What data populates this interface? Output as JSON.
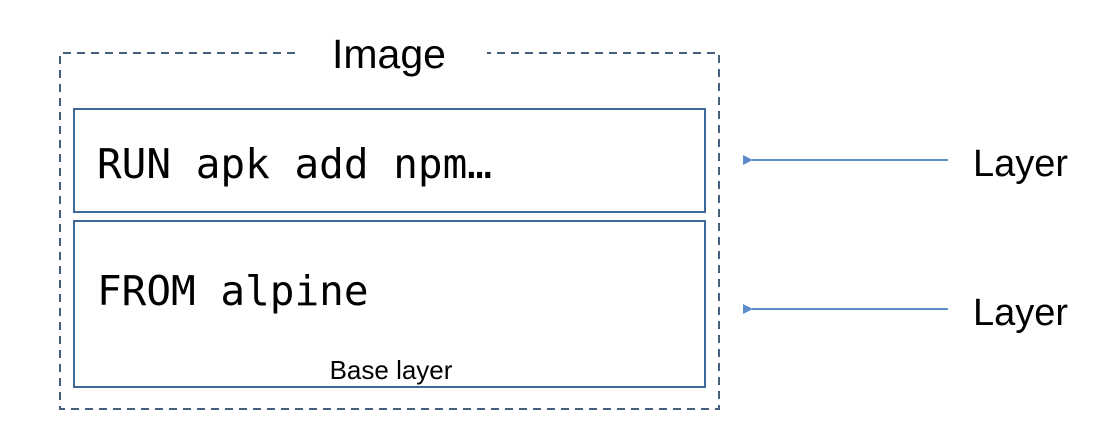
{
  "image_container": {
    "title": "Image"
  },
  "layers": [
    {
      "command": "RUN apk add npm…",
      "caption": "",
      "pointer_label": "Layer"
    },
    {
      "command": "FROM alpine",
      "caption": "Base layer",
      "pointer_label": "Layer"
    }
  ],
  "colors": {
    "container_border": "#44607a",
    "layer_border": "#3d6a9a",
    "arrow": "#5b8ec9",
    "text": "#000000"
  }
}
